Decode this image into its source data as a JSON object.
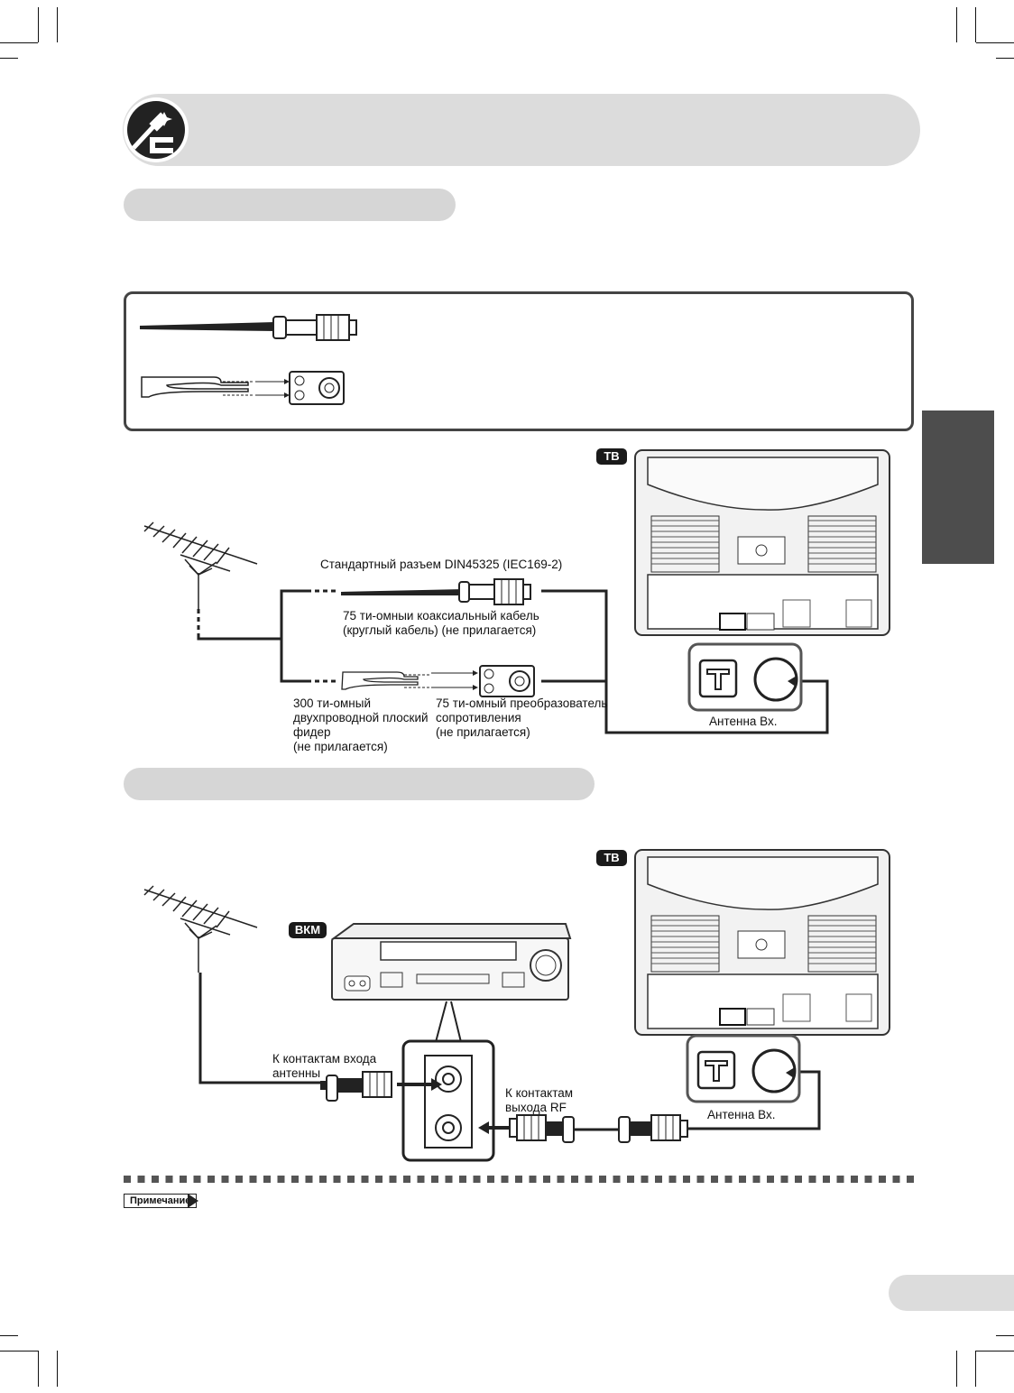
{
  "diagram1": {
    "tv_badge": "ТВ",
    "din_label": "Стандартный разъем DIN45325 (IEC169-2)",
    "coax_label": "75 ти-омныи коаксиальный кабель\n(круглый кабель) (не прилагается)",
    "feeder_label": "300 ти-омный\nдвухпроводной плоский\nфидер\n(не прилагается)",
    "converter_label": "75 ти-омный преобразователь\nсопротивления\n(не прилагается)",
    "antenna_in_label": "Антенна Вх."
  },
  "diagram2": {
    "tv_badge": "ТВ",
    "vcr_badge": "ВКМ",
    "antenna_input_label": "К контактам входа\nантенны",
    "rf_output_label": "К контактам\nвыхода RF",
    "antenna_in_label": "Антенна Вх."
  },
  "note": {
    "badge": "Примечание"
  },
  "colors": {
    "band": "#dcdcdc",
    "tab": "#4d4d4d",
    "line": "#222222"
  }
}
